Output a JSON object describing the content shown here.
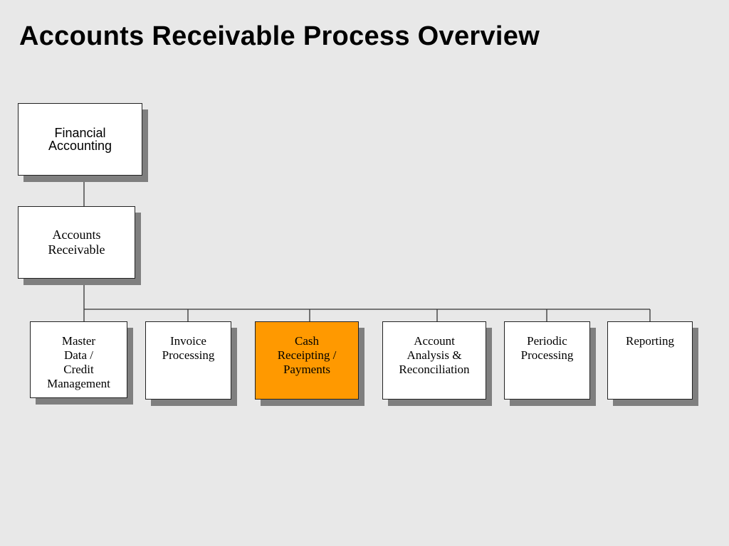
{
  "title": "Accounts Receivable Process Overview",
  "colors": {
    "background": "#e8e8e8",
    "box_fill": "#ffffff",
    "highlight_fill": "#ff9900",
    "shadow": "#7f7f7f",
    "line": "#333333"
  },
  "nodes": {
    "root": {
      "label": "Financial\nAccounting"
    },
    "parent": {
      "label": "Accounts\nReceivable"
    },
    "children": [
      {
        "label": "Master\nData /\nCredit\nManagement",
        "highlighted": false
      },
      {
        "label": "Invoice\nProcessing",
        "highlighted": false
      },
      {
        "label": "Cash\nReceipting /\nPayments",
        "highlighted": true
      },
      {
        "label": "Account\nAnalysis &\nReconciliation",
        "highlighted": false
      },
      {
        "label": "Periodic\nProcessing",
        "highlighted": false
      },
      {
        "label": "Reporting",
        "highlighted": false
      }
    ]
  }
}
